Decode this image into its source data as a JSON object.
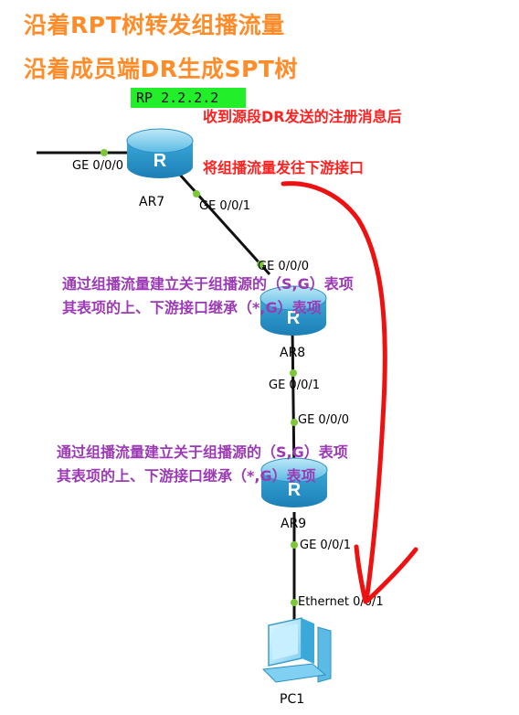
{
  "title_line1": "沿着RPT树转发组播流量",
  "title_line2": "沿着成员端DR生成SPT树",
  "rp_label": "RP 2.2.2.2",
  "ar7_note_line1": "收到源段DR发送的注册消息后",
  "ar7_note_line2": "将组播流量发往下游接口",
  "ar8_note": {
    "line1": "通过组播流量建立关于组播源的（S,G）表项",
    "line2": "其表项的上、下游接口继承（*,G）表项"
  },
  "ar9_note": {
    "line1": "通过组播流量建立关于组播源的（S,G）表项",
    "line2": "其表项的上、下游接口继承（*,G）表项"
  },
  "nodes": {
    "ar7": "AR7",
    "ar8": "AR8",
    "ar9": "AR9",
    "pc1": "PC1"
  },
  "ports": {
    "ar7_ge000": "GE 0/0/0",
    "ar7_ge001": "GE 0/0/1",
    "ar8_ge000": "GE 0/0/0",
    "ar8_ge001": "GE 0/0/1",
    "ar9_ge000": "GE 0/0/0",
    "ar9_ge001": "GE 0/0/1",
    "pc1_eth": "Ethernet 0/0/1"
  },
  "colors": {
    "title": "#ff8c28",
    "rp_highlight": "#22ee2a",
    "red_note": "#ff2020",
    "purple_note": "#9b3ab4",
    "arrow": "#ee1111",
    "port_dot": "#7cc83a",
    "router": "#3aa8d8"
  }
}
